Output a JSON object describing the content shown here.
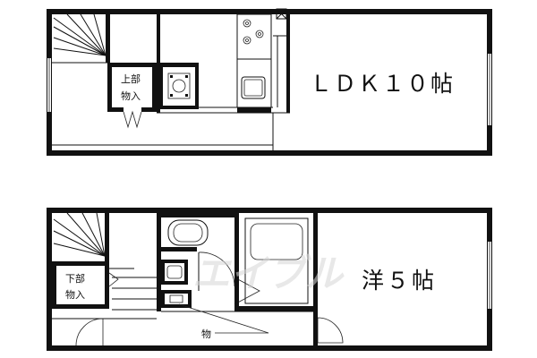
{
  "upper_floor": {
    "living_label": "ＬＤＫ１０帖",
    "storage_label_line1": "上部",
    "storage_label_line2": "物入"
  },
  "lower_floor": {
    "bedroom_label": "洋５帖",
    "storage_label_line1": "下部",
    "storage_label_line2": "物入",
    "closet_label": "物"
  },
  "watermark": "エイブル"
}
